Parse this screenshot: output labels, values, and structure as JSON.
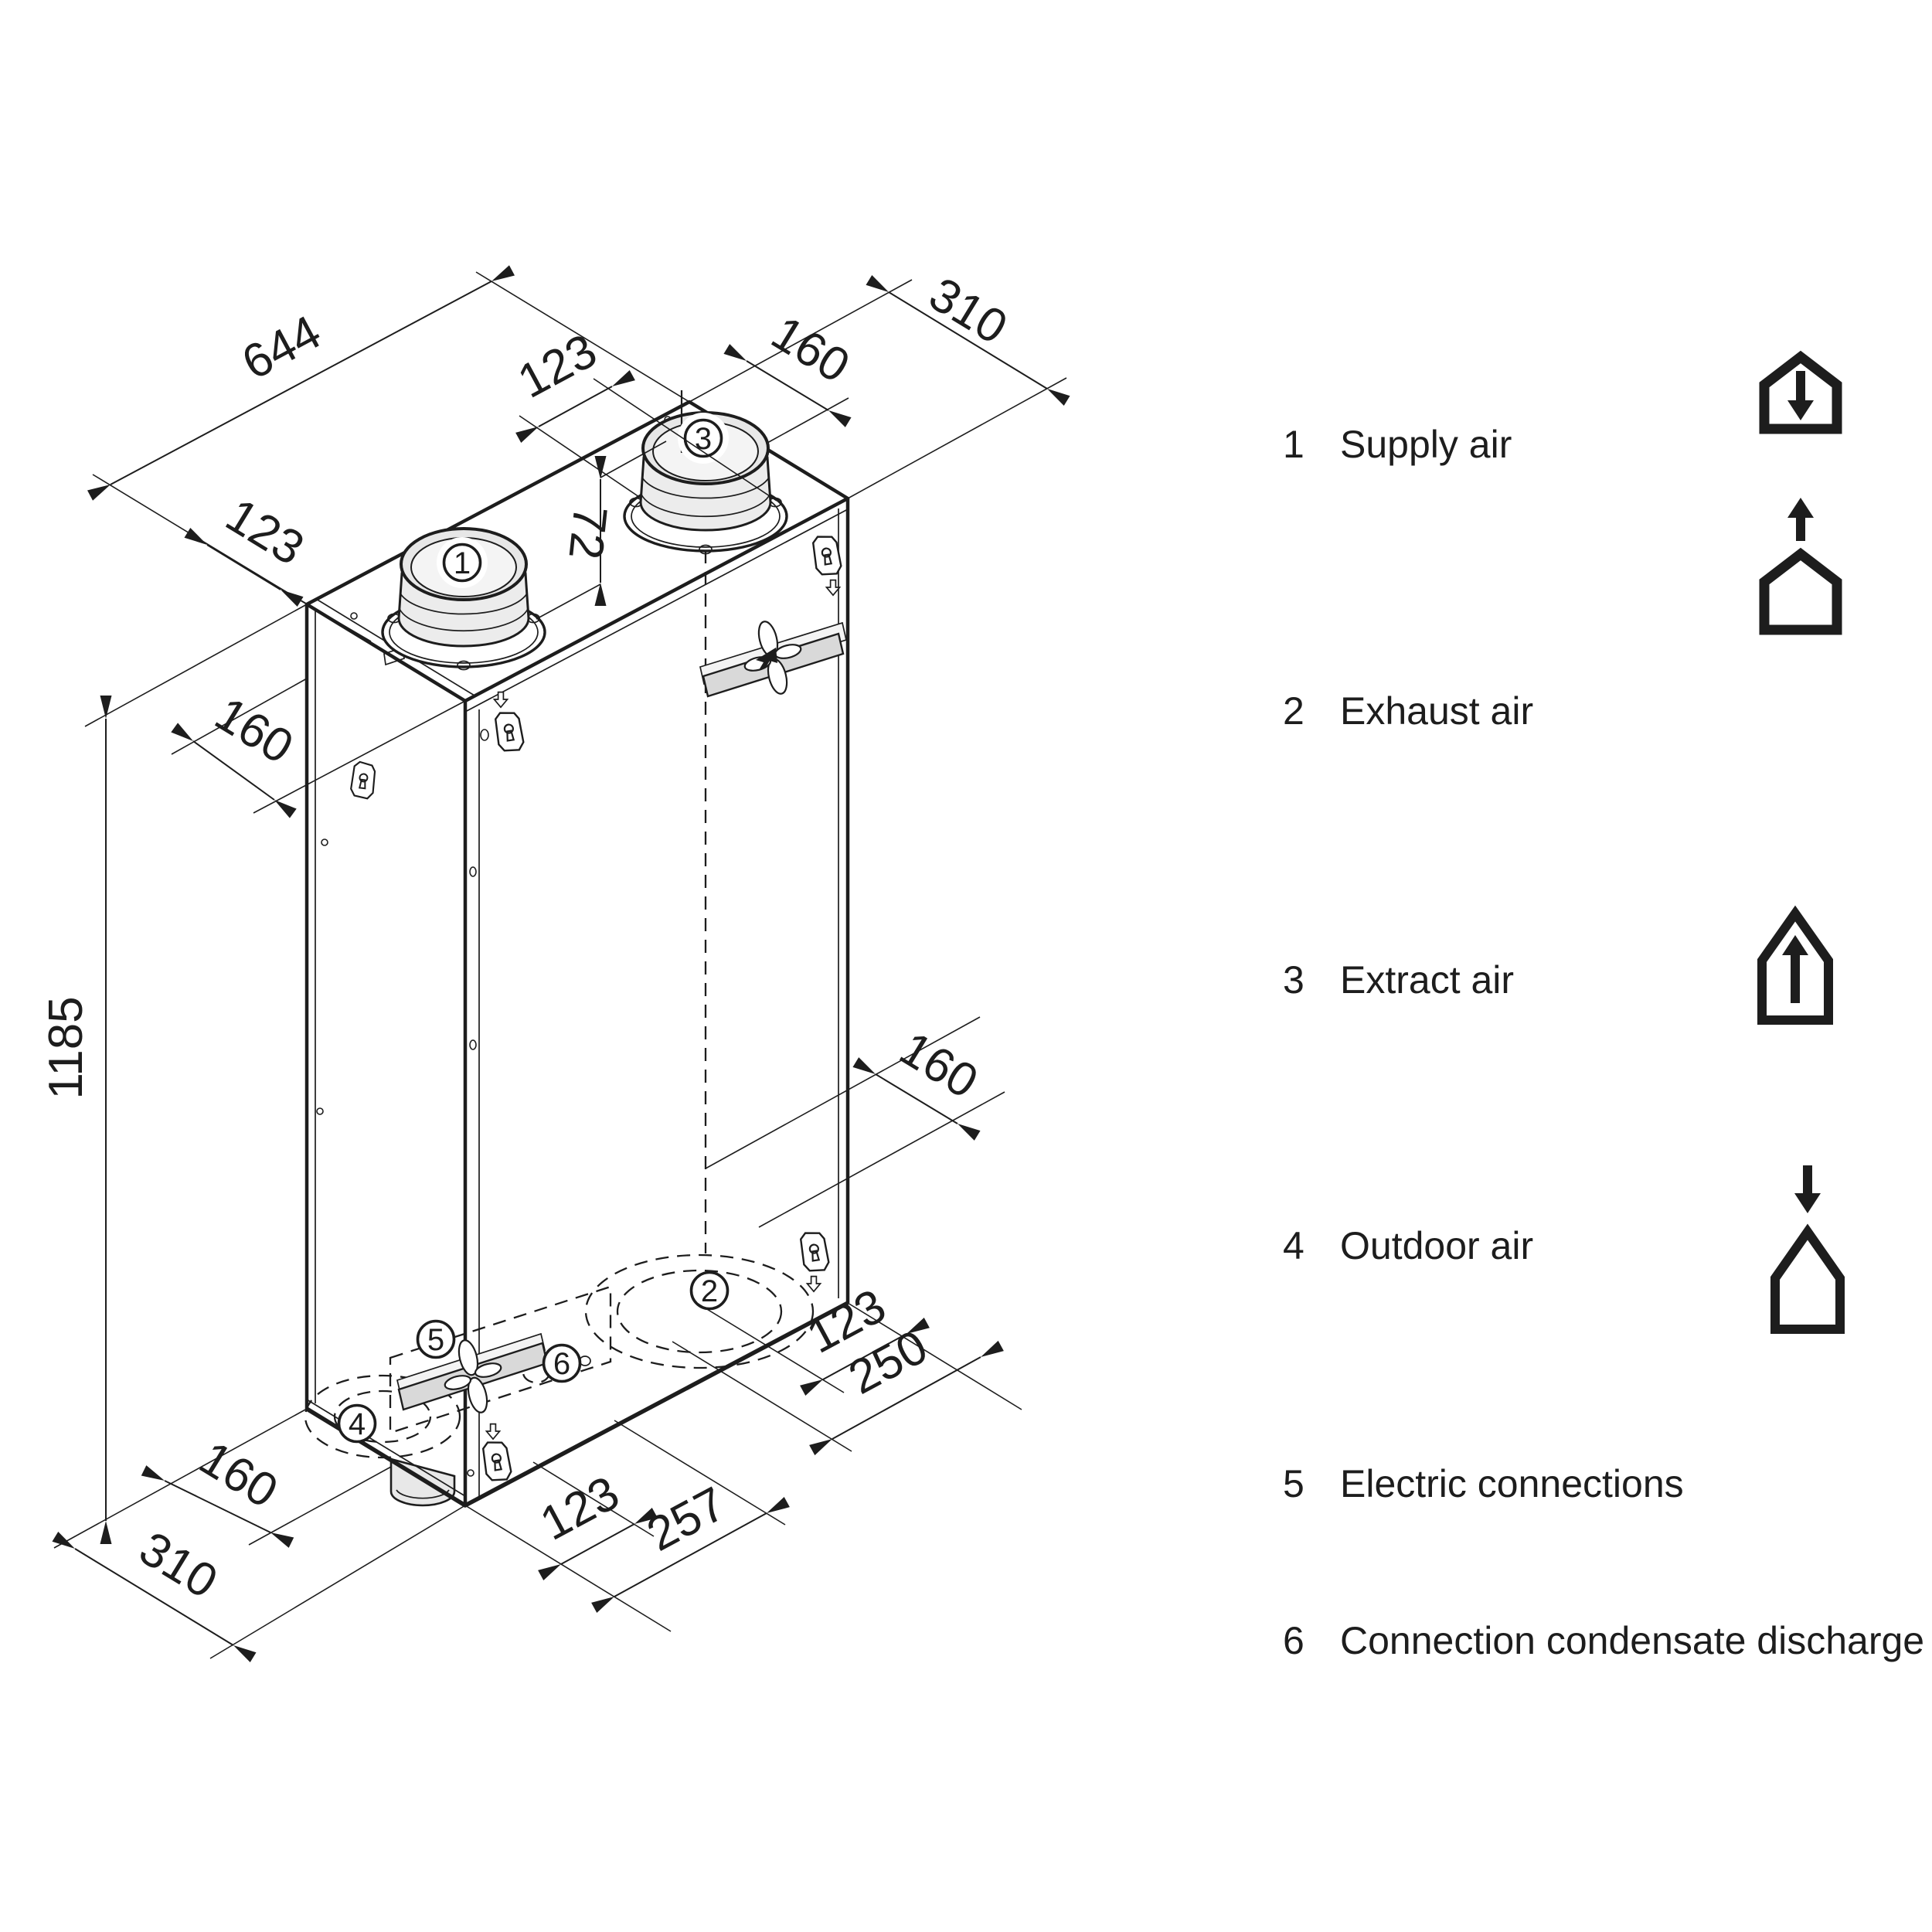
{
  "drawing": {
    "dims": {
      "d644": "644",
      "d123_top": "123",
      "d310_top": "310",
      "d160_top": "160",
      "d123_upper_left": "123",
      "d160_upper_left": "160",
      "d72": "72",
      "d1185": "1185",
      "d160_bottom_left": "160",
      "d310_bottom_left": "310",
      "d123_bottom": "123",
      "d257_bottom": "257",
      "d123_bottom_right": "123",
      "d250_bottom_right": "250",
      "d160_right_mid": "160"
    },
    "callouts": {
      "c1": "1",
      "c2": "2",
      "c3": "3",
      "c4": "4",
      "c5": "5",
      "c6": "6"
    },
    "colors": {
      "line": "#1d1d1d",
      "port_fill": "#e7e7e7",
      "plate_fill": "#d9d9d9"
    }
  },
  "legend": {
    "items": [
      {
        "num": "1",
        "label": "Supply air",
        "icon": "house-arrow-down-icon"
      },
      {
        "num": "2",
        "label": "Exhaust air",
        "icon": "arrow-up-above-house-icon"
      },
      {
        "num": "3",
        "label": "Extract air",
        "icon": "house-arrow-up-icon"
      },
      {
        "num": "4",
        "label": "Outdoor air",
        "icon": "arrow-down-above-house-icon"
      },
      {
        "num": "5",
        "label": "Electric connections",
        "icon": ""
      },
      {
        "num": "6",
        "label": "Connection condensate discharge",
        "icon": ""
      }
    ]
  }
}
